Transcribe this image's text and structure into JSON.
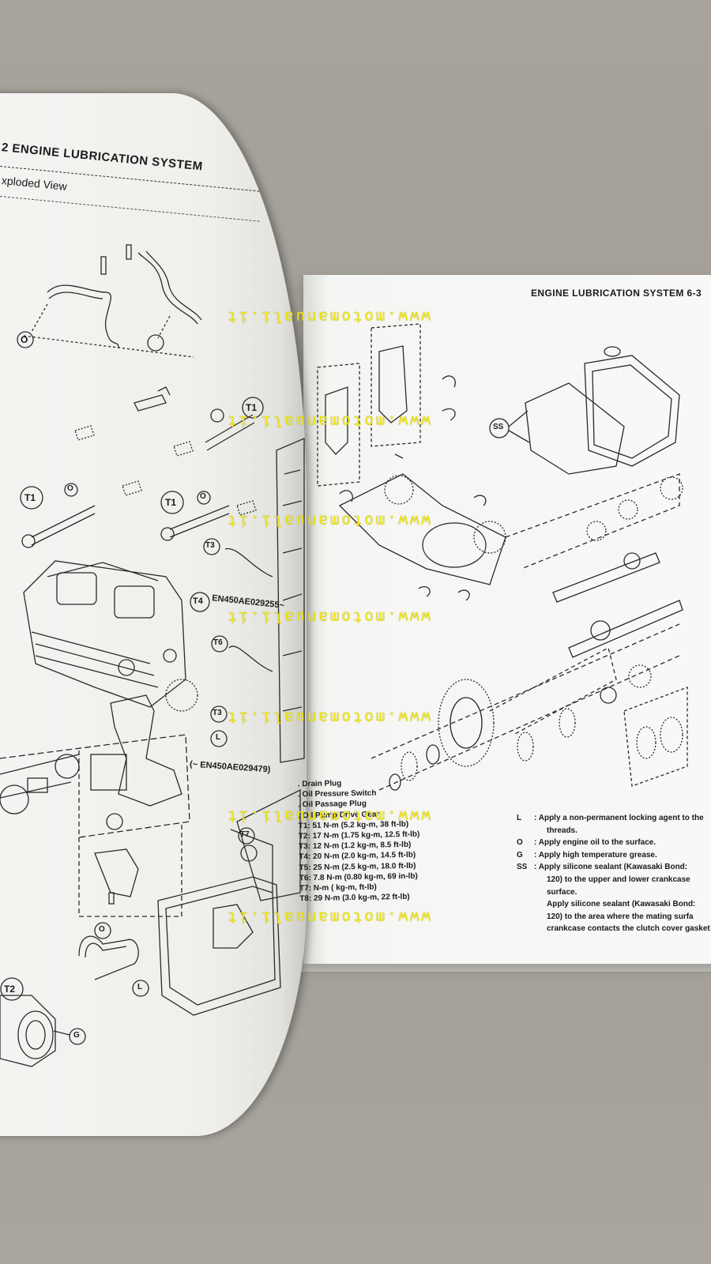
{
  "left_page": {
    "header": "2  ENGINE LUBRICATION SYSTEM",
    "subheader": "xploded View",
    "callouts": [
      "O",
      "T1",
      "O",
      "T1",
      "O",
      "T1",
      "T3",
      "T4",
      "EN450AE029255~",
      "T6",
      "T3",
      "L",
      "(~ EN450AE029479)",
      "O",
      "L",
      "T2",
      "G",
      "T7"
    ],
    "legend": [
      ". Drain Plug",
      ". Oil Pressure Switch",
      ". Oil Passage Plug",
      ". Oil Pump Drive Gear",
      "T1: 51 N-m (5.2 kg-m, 38 ft-lb)",
      "T2: 17 N-m (1.75 kg-m, 12.5 ft-lb)",
      "T3: 12 N-m (1.2 kg-m, 8.5 ft-lb)",
      "T4: 20 N-m (2.0 kg-m, 14.5 ft-lb)",
      "T5: 25 N-m (2.5 kg-m, 18.0 ft-lb)",
      "T6: 7.8 N-m (0.80 kg-m, 69 in-lb)",
      "T7: N-m (   kg-m,   ft-lb)",
      "T8: 29 N-m (3.0 kg-m, 22 ft-lb)"
    ]
  },
  "right_page": {
    "header": "ENGINE LUBRICATION SYSTEM  6-3",
    "callouts": [
      "SS"
    ],
    "notes": [
      {
        "key": "L",
        "text": ": Apply a non-permanent locking agent to the"
      },
      {
        "key": "",
        "text": "threads."
      },
      {
        "key": "O",
        "text": ": Apply engine oil to the surface."
      },
      {
        "key": "G",
        "text": ": Apply high temperature grease."
      },
      {
        "key": "SS",
        "text": ": Apply silicone sealant (Kawasaki Bond:"
      },
      {
        "key": "",
        "text": "120) to the upper and lower crankcase"
      },
      {
        "key": "",
        "text": "surface."
      },
      {
        "key": "",
        "text": "Apply silicone sealant (Kawasaki Bond:"
      },
      {
        "key": "",
        "text": "120) to the area where the mating surfa"
      },
      {
        "key": "",
        "text": "crankcase contacts the clutch cover gasket"
      }
    ]
  },
  "watermark": "www.motomanuali.it",
  "colors": {
    "watermark": "#f2ea16",
    "paper": "#f6f6f4",
    "ink": "#1a1a1a",
    "table": "#a09c94"
  }
}
